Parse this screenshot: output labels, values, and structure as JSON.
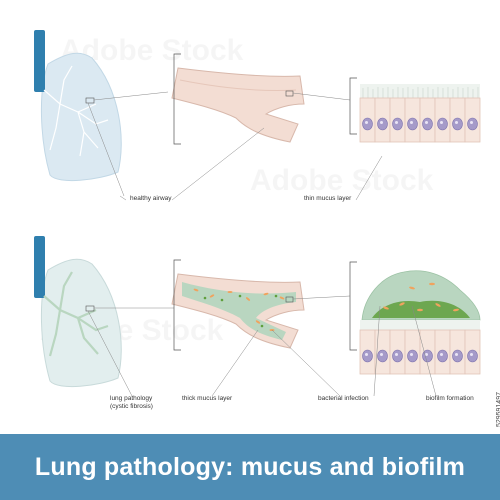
{
  "title": "Lung pathology: mucus and biofilm",
  "stock_id": "529591497",
  "watermark": "Adobe Stock",
  "colors": {
    "banner": "#4e8db5",
    "trachea": "#2f7fae",
    "lung_healthy": "#dbe9f2",
    "lung_pathology": "#e2eeee",
    "airway_wall": "#f3ddd3",
    "mucus": "#b9d6c0",
    "bacteria": "#f0a35e",
    "biofilm": "#5f9f3c",
    "nucleus": "#a59ac9"
  },
  "labels": {
    "healthy_airway": "healthy airway",
    "thin_mucus": "thin mucus layer",
    "lung_pathology_line1": "lung pathology",
    "lung_pathology_line2": "(cystic fibrosis)",
    "thick_mucus": "thick mucus layer",
    "bacterial_infection": "bacterial infection",
    "biofilm_formation": "biofilm formation"
  }
}
